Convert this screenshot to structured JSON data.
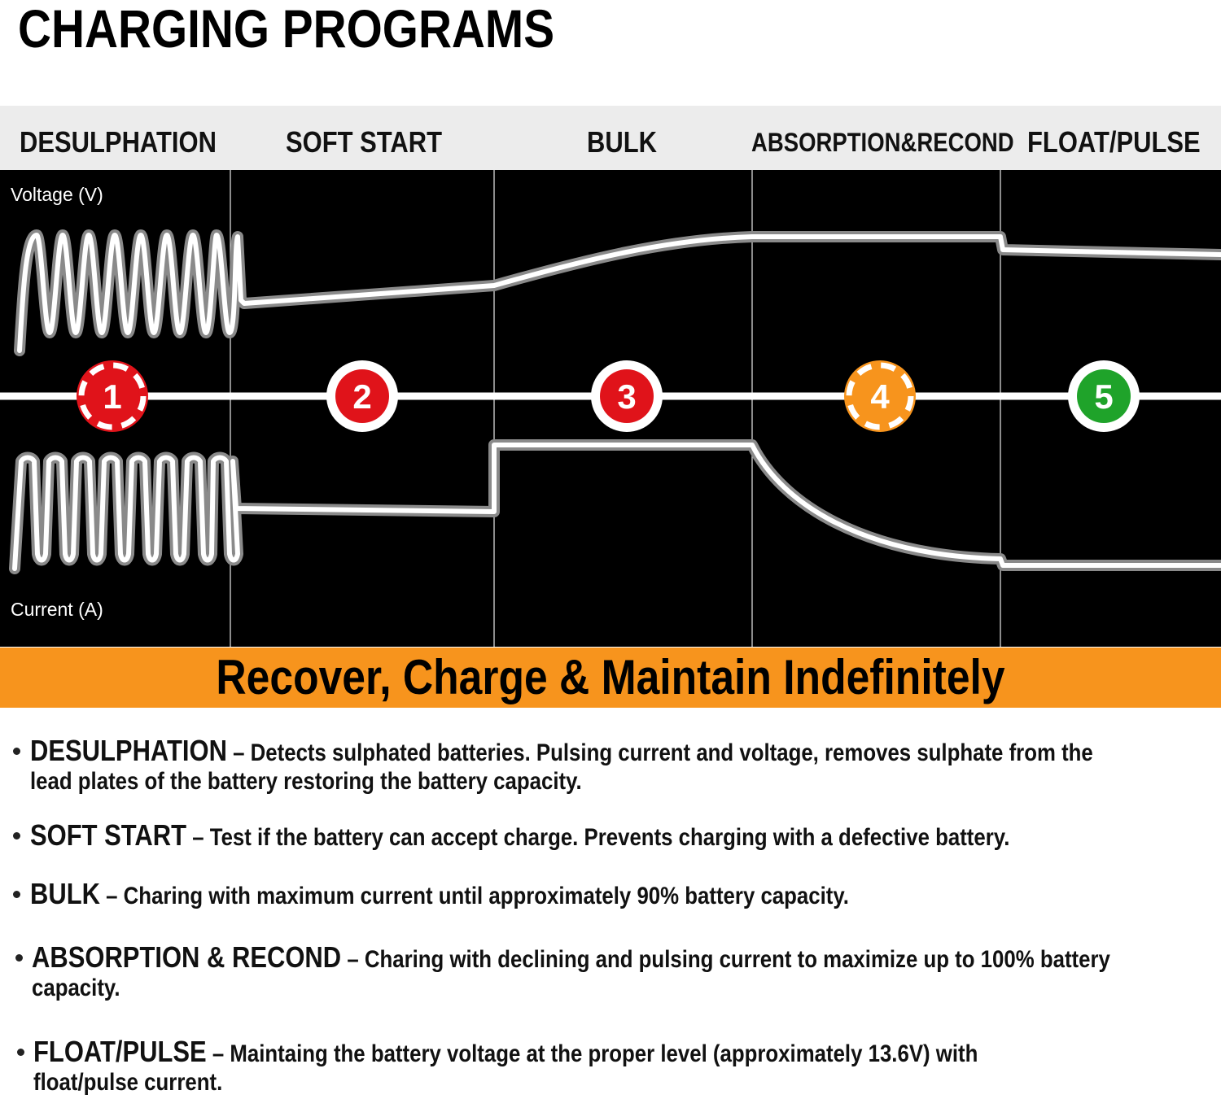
{
  "title": "CHARGING PROGRAMS",
  "stages": [
    {
      "label": "DESULPHATION",
      "number": "1",
      "color": "#e0131a",
      "pulse": true
    },
    {
      "label": "SOFT START",
      "number": "2",
      "color": "#e0131a",
      "pulse": false
    },
    {
      "label": "BULK",
      "number": "3",
      "color": "#e0131a",
      "pulse": false
    },
    {
      "label": "ABSORPTION&RECOND",
      "number": "4",
      "color": "#f7941d",
      "pulse": true
    },
    {
      "label": "FLOAT/PULSE",
      "number": "5",
      "color": "#1fa32a",
      "pulse": false
    }
  ],
  "axes": {
    "voltage": "Voltage (V)",
    "current": "Current (A)"
  },
  "banner": "Recover, Charge & Maintain Indefinitely",
  "colors": {
    "banner": "#f7941d",
    "diagram_bg": "#000000",
    "header_bg": "#ececec"
  },
  "descriptions": [
    {
      "term": "DESULPHATION",
      "sep": " – ",
      "text1": "Detects sulphated batteries. Pulsing current and voltage, removes sulphate from the",
      "text2": "lead plates of the battery restoring the battery capacity."
    },
    {
      "term": "SOFT START",
      "sep": " – ",
      "text1": "Test if the battery can accept charge. Prevents charging with a defective battery.",
      "text2": ""
    },
    {
      "term": "BULK",
      "sep": " – ",
      "text1": "Charing with maximum current until approximately 90% battery capacity.",
      "text2": ""
    },
    {
      "term": "ABSORPTION & RECOND",
      "sep": " – ",
      "text1": "Charing with declining and pulsing current to maximize up to 100% battery",
      "text2": "capacity."
    },
    {
      "term": "FLOAT/PULSE",
      "sep": " – ",
      "text1": "Maintaing the battery voltage at the proper level (approximately 13.6V) with",
      "text2": "float/pulse current."
    }
  ]
}
